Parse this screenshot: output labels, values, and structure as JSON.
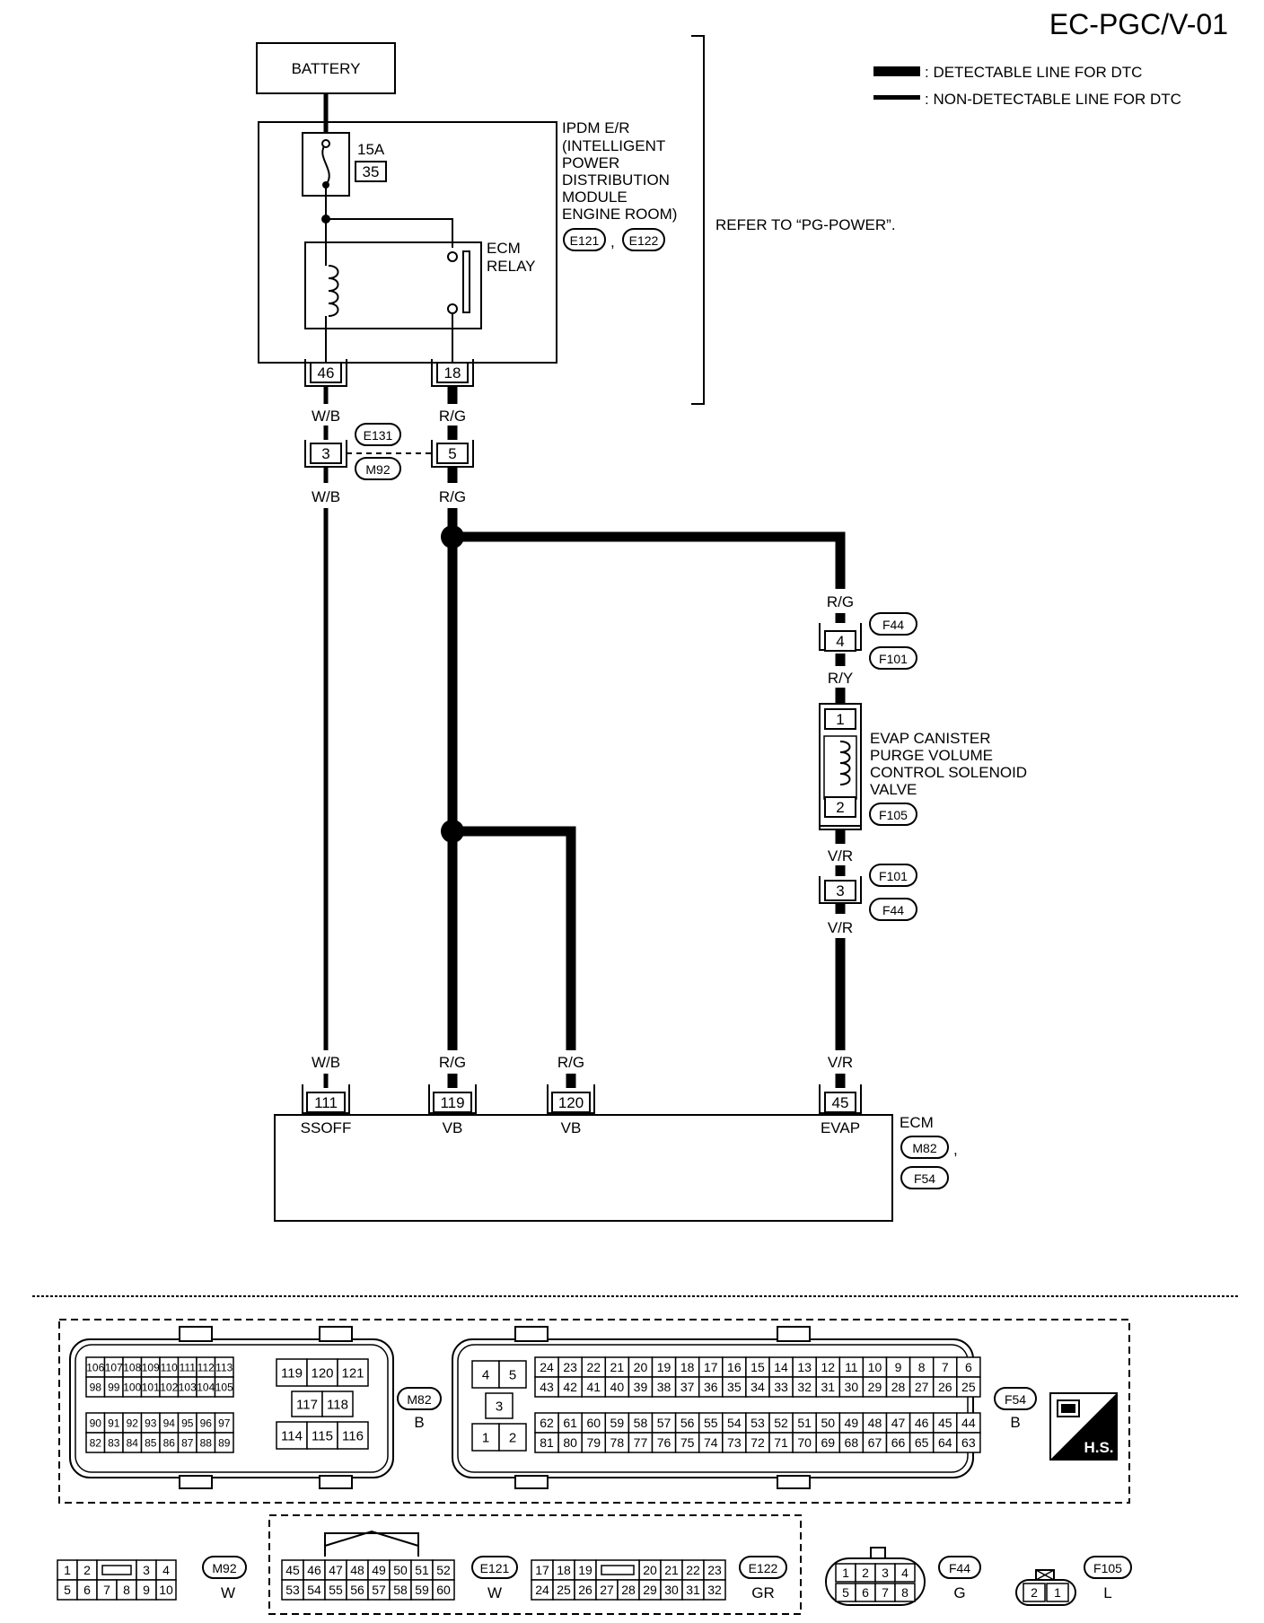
{
  "page_code": "EC-PGC/V-01",
  "legend": {
    "detectable": ": DETECTABLE LINE FOR DTC",
    "non_detectable": ": NON-DETECTABLE LINE FOR DTC"
  },
  "power": {
    "battery": "BATTERY",
    "fuse_rating": "15A",
    "fuse_number": "35",
    "ipdm_lines": [
      "IPDM E/R",
      "(INTELLIGENT",
      "POWER",
      "DISTRIBUTION",
      "MODULE",
      "ENGINE ROOM)"
    ],
    "ipdm_connectors": [
      "E121",
      "E122"
    ],
    "relay_lines": [
      "ECM",
      "RELAY"
    ],
    "refer_note": "REFER TO “PG-POWER”.",
    "terminal_relay_coil": "46",
    "terminal_relay_contact": "18"
  },
  "wires": {
    "wb": "W/B",
    "rg": "R/G",
    "ry": "R/Y",
    "vr": "V/R"
  },
  "joint_connector": {
    "ids": [
      "E131",
      "M92"
    ],
    "pin_wb": "3",
    "pin_rg": "5"
  },
  "solenoid": {
    "connector_ids_upper": [
      "F44",
      "F101"
    ],
    "upper_pin": "4",
    "lines": [
      "EVAP CANISTER",
      "PURGE VOLUME",
      "CONTROL SOLENOID",
      "VALVE"
    ],
    "pin_1": "1",
    "pin_2": "2",
    "connector_id": "F105",
    "connector_ids_lower": [
      "F101",
      "F44"
    ],
    "lower_pin": "3"
  },
  "ecm": {
    "label": "ECM",
    "connector_ids": [
      "M82",
      "F54"
    ],
    "terminals": [
      {
        "pin": "111",
        "name": "SSOFF",
        "wire": "W/B"
      },
      {
        "pin": "119",
        "name": "VB",
        "wire": "R/G"
      },
      {
        "pin": "120",
        "name": "VB",
        "wire": "R/G"
      },
      {
        "pin": "45",
        "name": "EVAP",
        "wire": "V/R"
      }
    ]
  },
  "connector_views": {
    "m82": {
      "id": "M82",
      "color": "B",
      "rows": [
        [
          "106",
          "107",
          "108",
          "109",
          "110",
          "111",
          "112",
          "113"
        ],
        [
          "98",
          "99",
          "100",
          "101",
          "102",
          "103",
          "104",
          "105"
        ],
        [
          "90",
          "91",
          "92",
          "93",
          "94",
          "95",
          "96",
          "97"
        ],
        [
          "82",
          "83",
          "84",
          "85",
          "86",
          "87",
          "88",
          "89"
        ]
      ],
      "center": [
        [
          "119",
          "120",
          "121"
        ],
        [
          "117",
          "118"
        ],
        [
          "114",
          "115",
          "116"
        ]
      ]
    },
    "f54": {
      "id": "F54",
      "color": "B",
      "left": [
        [
          "4",
          "5"
        ],
        [
          "3"
        ],
        [
          "1",
          "2"
        ]
      ],
      "rows": [
        [
          "24",
          "23",
          "22",
          "21",
          "20",
          "19",
          "18",
          "17",
          "16",
          "15",
          "14",
          "13",
          "12",
          "11",
          "10",
          "9",
          "8",
          "7",
          "6"
        ],
        [
          "43",
          "42",
          "41",
          "40",
          "39",
          "38",
          "37",
          "36",
          "35",
          "34",
          "33",
          "32",
          "31",
          "30",
          "29",
          "28",
          "27",
          "26",
          "25"
        ],
        [
          "62",
          "61",
          "60",
          "59",
          "58",
          "57",
          "56",
          "55",
          "54",
          "53",
          "52",
          "51",
          "50",
          "49",
          "48",
          "47",
          "46",
          "45",
          "44"
        ],
        [
          "81",
          "80",
          "79",
          "78",
          "77",
          "76",
          "75",
          "74",
          "73",
          "72",
          "71",
          "70",
          "69",
          "68",
          "67",
          "66",
          "65",
          "64",
          "63"
        ]
      ]
    },
    "hs": "H.S.",
    "m92": {
      "id": "M92",
      "color": "W",
      "top": [
        "1",
        "2",
        "3",
        "4"
      ],
      "bottom": [
        "5",
        "6",
        "7",
        "8",
        "9",
        "10"
      ]
    },
    "e121": {
      "id": "E121",
      "color": "W",
      "top": [
        "45",
        "46",
        "47",
        "48",
        "49",
        "50",
        "51",
        "52"
      ],
      "bottom": [
        "53",
        "54",
        "55",
        "56",
        "57",
        "58",
        "59",
        "60"
      ]
    },
    "e122": {
      "id": "E122",
      "color": "GR",
      "top": [
        "17",
        "18",
        "19",
        "20",
        "21",
        "22",
        "23"
      ],
      "bottom": [
        "24",
        "25",
        "26",
        "27",
        "28",
        "29",
        "30",
        "31",
        "32"
      ]
    },
    "f44": {
      "id": "F44",
      "color": "G",
      "top": [
        "1",
        "2",
        "3",
        "4"
      ],
      "bottom": [
        "5",
        "6",
        "7",
        "8"
      ]
    },
    "f105": {
      "id": "F105",
      "color": "L",
      "pins": [
        "2",
        "1"
      ]
    }
  }
}
